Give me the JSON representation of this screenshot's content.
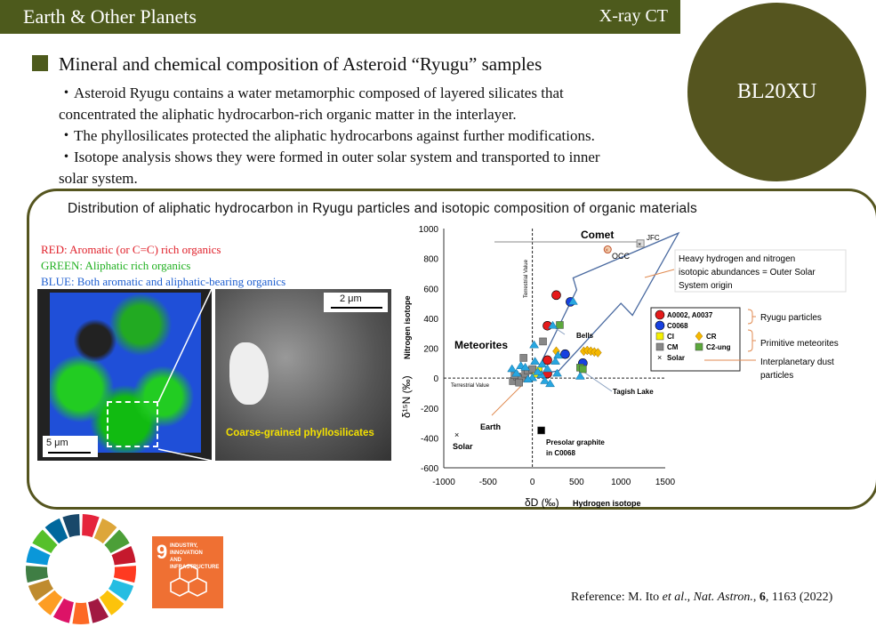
{
  "header": {
    "category": "Earth & Other Planets",
    "technique": "X-ray CT"
  },
  "beamline": "BL20XU",
  "title": "Mineral and chemical composition of Asteroid “Ryugu” samples",
  "bullets": [
    "・Asteroid Ryugu contains a water metamorphic composed of layered silicates that",
    "concentrated the aliphatic hydrocarbon-rich organic matter in the interlayer.",
    "・The phyllosilicates protected the aliphatic hydrocarbons against further modifications.",
    "・Isotope analysis shows they were formed in outer solar system and transported to inner",
    "solar system."
  ],
  "figure": {
    "title": "Distribution of aliphatic hydrocarbon in Ryugu particles and isotopic composition of organic materials",
    "legend": [
      {
        "text": "RED: Aromatic (or C=C) rich organics",
        "color": "#e0202a"
      },
      {
        "text": "GREEN: Aliphatic rich organics",
        "color": "#20b020"
      },
      {
        "text": "BLUE: Both aromatic and aliphatic-bearing organics",
        "color": "#2060d0"
      }
    ],
    "scale1": "5 μm",
    "scale2": "2 μm",
    "sem_label": "Coarse-grained phyllosilicates"
  },
  "chart_data": {
    "type": "scatter",
    "xlabel": "δD (‰)",
    "xlabel_sub": "Hydrogen isotope",
    "ylabel": "δ¹⁵N (‰)",
    "ylabel_sub": "Nitrogen isotope",
    "xlim": [
      -1000,
      1500
    ],
    "ylim": [
      -600,
      1000
    ],
    "xticks": [
      -1000,
      -500,
      0,
      500,
      1000,
      1500
    ],
    "yticks": [
      1000,
      800,
      600,
      400,
      200,
      0,
      -200,
      -400,
      -600
    ],
    "annotations": {
      "comet": "Comet",
      "jfc": "JFC",
      "occ": "OCC",
      "meteorites": "Meteorites",
      "bells": "Bells",
      "tagish": "Tagish Lake",
      "earth": "Earth",
      "solar": "Solar",
      "presolar": "Presolar graphite",
      "presolar2": "in C0068",
      "terr_x": "Terrestrial Value",
      "terr_y": "Terrestrial Value",
      "arrow_note": "Heavy hydrogen and nitrogen isotopic abundances = Outer Solar System origin"
    },
    "groups": {
      "ryugu": "Ryugu particles",
      "primitive": "Primitive meteorites",
      "idp": "Interplanetary dust particles"
    },
    "series": [
      {
        "name": "A0002, A0037",
        "marker": "circle",
        "color": "#e51b1b",
        "points": [
          [
            270,
            555
          ],
          [
            170,
            350
          ],
          [
            170,
            120
          ],
          [
            170,
            30
          ]
        ]
      },
      {
        "name": "C0068",
        "marker": "circle",
        "color": "#1740e0",
        "points": [
          [
            430,
            510
          ],
          [
            370,
            160
          ],
          [
            570,
            100
          ]
        ]
      },
      {
        "name": "CI",
        "marker": "square",
        "color": "#f5f000",
        "points": [
          [
            70,
            50
          ],
          [
            40,
            30
          ]
        ]
      },
      {
        "name": "CR",
        "marker": "diamond",
        "color": "#f5b800",
        "points": [
          [
            270,
            180
          ],
          [
            580,
            180
          ],
          [
            620,
            185
          ],
          [
            660,
            180
          ],
          [
            700,
            175
          ],
          [
            740,
            170
          ]
        ]
      },
      {
        "name": "CM",
        "marker": "square",
        "color": "#888888",
        "points": [
          [
            -100,
            135
          ],
          [
            120,
            245
          ],
          [
            -220,
            -20
          ],
          [
            -170,
            10
          ],
          [
            -120,
            0
          ],
          [
            -80,
            30
          ],
          [
            -50,
            50
          ],
          [
            0,
            60
          ],
          [
            -150,
            -30
          ],
          [
            -200,
            20
          ]
        ]
      },
      {
        "name": "C2-ung",
        "marker": "square",
        "color": "#5ca83c",
        "points": [
          [
            310,
            355
          ],
          [
            540,
            70
          ],
          [
            570,
            60
          ]
        ]
      },
      {
        "name": "IDPs",
        "marker": "triangle",
        "color": "#27a6e0",
        "points": [
          [
            460,
            510
          ],
          [
            230,
            350
          ],
          [
            20,
            220
          ],
          [
            -230,
            60
          ],
          [
            -130,
            80
          ],
          [
            -80,
            70
          ],
          [
            30,
            110
          ],
          [
            110,
            90
          ],
          [
            290,
            150
          ],
          [
            260,
            110
          ],
          [
            170,
            60
          ],
          [
            280,
            30
          ],
          [
            0,
            0
          ],
          [
            -50,
            -10
          ],
          [
            140,
            -20
          ],
          [
            200,
            -40
          ],
          [
            540,
            10
          ],
          [
            100,
            20
          ],
          [
            60,
            40
          ],
          [
            -180,
            30
          ]
        ]
      },
      {
        "name": "JFC",
        "marker": "cross-square",
        "color": "#aaaaaa",
        "points": [
          [
            1220,
            900
          ]
        ]
      },
      {
        "name": "OCC",
        "marker": "cross-circle",
        "color": "#c0502a",
        "points": [
          [
            850,
            860
          ]
        ]
      },
      {
        "name": "Presolar graphite",
        "marker": "square",
        "color": "#000000",
        "points": [
          [
            100,
            -350
          ]
        ]
      },
      {
        "name": "Solar",
        "marker": "x",
        "color": "#000000",
        "points": [
          [
            -850,
            -380
          ]
        ]
      }
    ]
  },
  "sdg": {
    "number": "9",
    "label1": "INDUSTRY, INNOVATION",
    "label2": "AND INFRASTRUCTURE"
  },
  "reference": {
    "prefix": "Reference: M. Ito ",
    "etal": "et al",
    "sep": "., ",
    "journal": "Nat. Astron.",
    "rest1": ", ",
    "vol": "6",
    "rest2": ", 1163 (2022)"
  }
}
